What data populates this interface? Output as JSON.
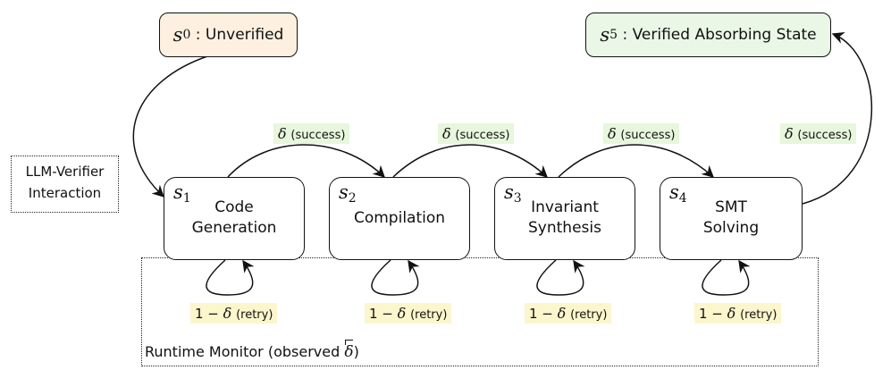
{
  "states": {
    "s0": {
      "symbol": "s",
      "index": "0",
      "label": ": Unverified"
    },
    "s5": {
      "symbol": "s",
      "index": "5",
      "label": ": Verified Absorbing State"
    },
    "s1": {
      "symbol": "s",
      "index": "1",
      "line1": "Code",
      "line2": "Generation"
    },
    "s2": {
      "symbol": "s",
      "index": "2",
      "line1": "Compilation",
      "line2": ""
    },
    "s3": {
      "symbol": "s",
      "index": "3",
      "line1": "Invariant",
      "line2": "Synthesis"
    },
    "s4": {
      "symbol": "s",
      "index": "4",
      "line1": "SMT",
      "line2": "Solving"
    }
  },
  "transitions": {
    "success_symbol": "δ",
    "success_text": "(success)",
    "retry_prefix": "1 − ",
    "retry_symbol": "δ",
    "retry_text": "(retry)"
  },
  "annotations": {
    "interaction_line1": "LLM-Verifier",
    "interaction_line2": "Interaction",
    "monitor_text": "Runtime Monitor (observed ",
    "monitor_symbol": "δ",
    "monitor_close": ")"
  },
  "colors": {
    "start_fill": "#fdf0e0",
    "end_fill": "#eaf7e6",
    "success_tag": "#e7f6dc",
    "retry_tag": "#fcf6cc"
  }
}
